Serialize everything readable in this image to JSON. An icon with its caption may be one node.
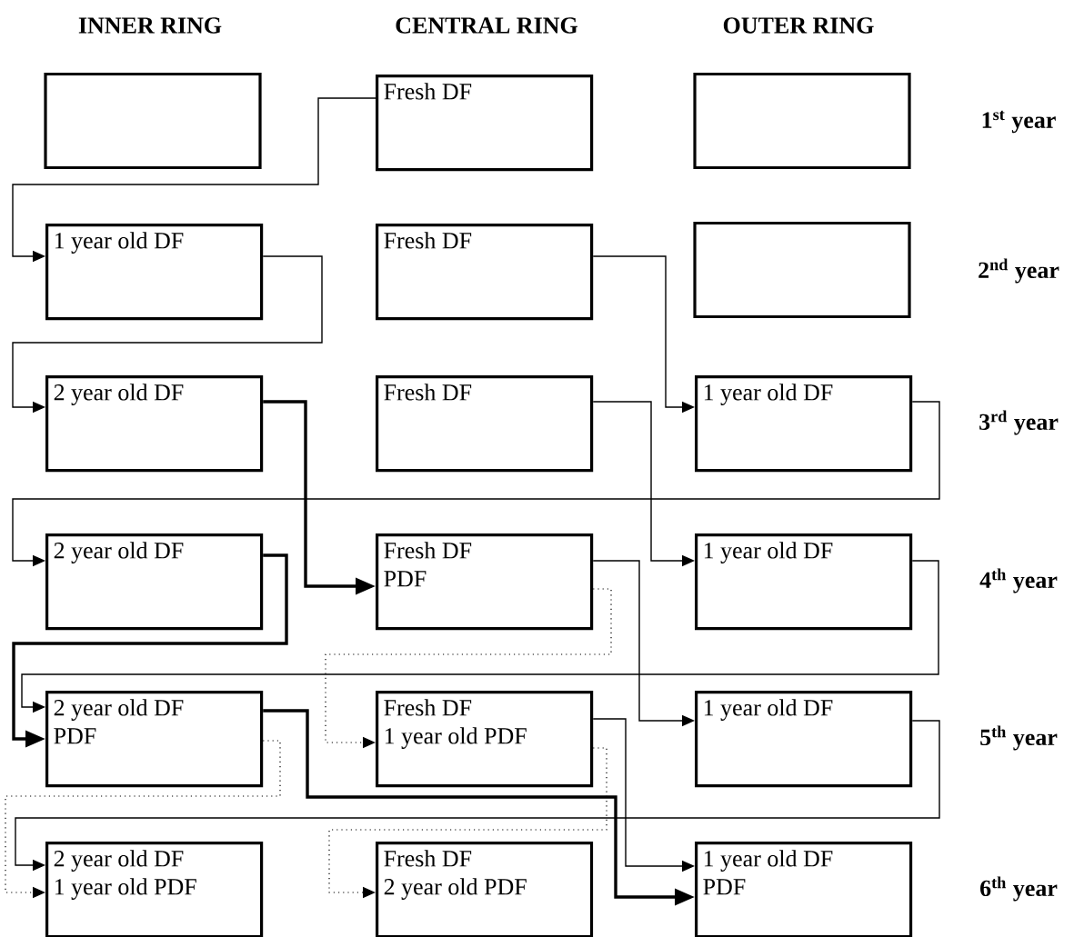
{
  "diagram": {
    "nodes": [
      {
        "text": [],
        "shape": "box"
      },
      {
        "text": [
          "Fresh DF"
        ]
      },
      {
        "text": [],
        "shape": "box"
      },
      {
        "text": [
          "1 year old DF"
        ]
      },
      {
        "text": [
          "Fresh DF"
        ]
      },
      {
        "text": [],
        "shape": "box"
      },
      {
        "text": [
          "2 year old DF"
        ]
      },
      {
        "text": [
          "Fresh DF"
        ]
      },
      {
        "text": [
          "1 year old DF"
        ]
      },
      {
        "text": [
          "2 year old DF"
        ]
      },
      {
        "text": [
          "Fresh DF",
          "PDF"
        ]
      },
      {
        "text": [
          "1 year old DF"
        ]
      },
      {
        "text": [
          "2 year old DF",
          "PDF"
        ]
      },
      {
        "text": [
          "Fresh DF",
          "1 year old PDF"
        ]
      },
      {
        "text": [
          "1 year old DF"
        ]
      },
      {
        "text": [
          "2 year old DF",
          "1 year old PDF"
        ]
      },
      {
        "text": [
          "Fresh DF",
          "2 year old PDF"
        ]
      },
      {
        "text": [
          "1 year old DF",
          "PDF"
        ]
      }
    ],
    "edges": [
      {
        "from": 1,
        "to": 3,
        "arrow": "to"
      },
      {
        "from": 3,
        "to": 6,
        "arrow": "to"
      },
      {
        "from": 4,
        "to": 8,
        "arrow": "to"
      },
      {
        "from": 6,
        "to": 10,
        "arrow": "to",
        "style": "thick"
      },
      {
        "from": 7,
        "to": 11,
        "arrow": "to"
      },
      {
        "from": 8,
        "to": 9,
        "arrow": "to"
      },
      {
        "from": 9,
        "to": 12,
        "arrow": "to",
        "style": "thick"
      },
      {
        "from": 10,
        "to": 13,
        "arrow": "to",
        "style": "dashed"
      },
      {
        "from": 10,
        "to": 14,
        "arrow": "to"
      },
      {
        "from": 11,
        "to": 12,
        "arrow": "to"
      },
      {
        "from": 12,
        "to": 15,
        "arrow": "to",
        "style": "dashed"
      },
      {
        "from": 12,
        "to": 17,
        "arrow": "to",
        "style": "thick"
      },
      {
        "from": 13,
        "to": 16,
        "arrow": "to",
        "style": "dashed"
      },
      {
        "from": 13,
        "to": 17,
        "arrow": "to"
      },
      {
        "from": 14,
        "to": 15,
        "arrow": "to"
      }
    ],
    "labels": [
      "INNER RING",
      "CENTRAL RING",
      "OUTER RING",
      "1$^{st}$ year",
      "2$^{nd}$ year",
      "3$^{rd}$ year",
      "4$^{th}$ year",
      "5$^{th}$ year",
      "6$^{th}$ year"
    ]
  }
}
